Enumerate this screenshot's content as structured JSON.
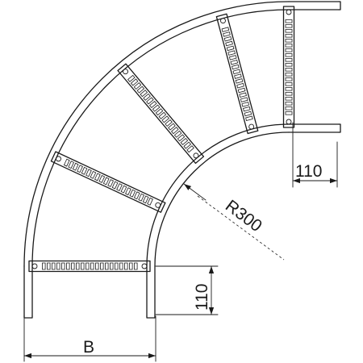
{
  "drawing": {
    "labels": {
      "end_length_horizontal": "110",
      "end_length_vertical": "110",
      "radius": "R300",
      "width": "B"
    }
  }
}
